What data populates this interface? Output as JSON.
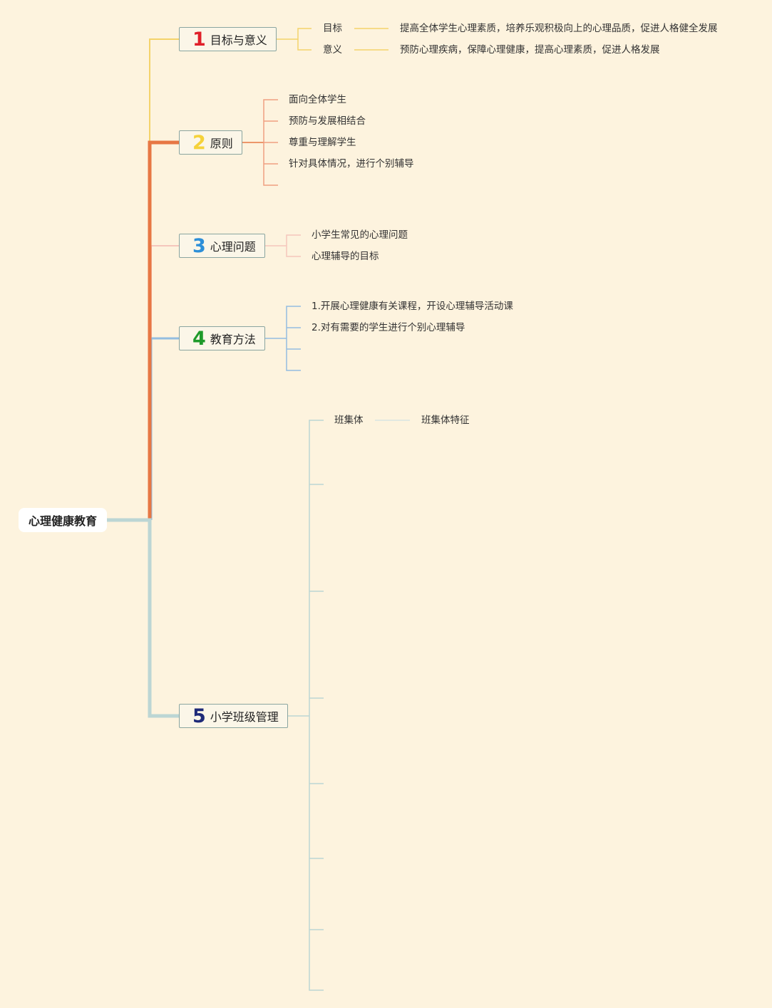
{
  "root": {
    "label": "心理健康教育"
  },
  "colors": {
    "branch1": "#f4d36a",
    "branch2": "#e77744",
    "branch3": "#f5c6bc",
    "branch4": "#93bde0",
    "branch5": "#bcd6d4",
    "num1": "#e0202a",
    "num2": "#f5d23a",
    "num3": "#2d8fd8",
    "num4": "#1e9a2a",
    "num5": "#1e2a78"
  },
  "topics": [
    {
      "number": "1",
      "label": "目标与意义",
      "children": [
        {
          "label": "目标",
          "detail": "提高全体学生心理素质，培养乐观积极向上的心理品质，促进人格健全发展"
        },
        {
          "label": "意义",
          "detail": "预防心理疾病，保障心理健康，提高心理素质，促进人格发展"
        }
      ]
    },
    {
      "number": "2",
      "label": "原则",
      "children": [
        {
          "label": "面向全体学生"
        },
        {
          "label": "预防与发展相结合"
        },
        {
          "label": "尊重与理解学生"
        },
        {
          "label": "针对具体情况，进行个别辅导"
        }
      ]
    },
    {
      "number": "3",
      "label": "心理问题",
      "children": [
        {
          "label": "小学生常见的心理问题"
        },
        {
          "label": "心理辅导的目标"
        }
      ]
    },
    {
      "number": "4",
      "label": "教育方法",
      "children": [
        {
          "label": "1.开展心理健康有关课程，开设心理辅导活动课"
        },
        {
          "label": "2.对有需要的学生进行个别心理辅导"
        }
      ]
    },
    {
      "number": "5",
      "label": "小学班级管理",
      "children": [
        {
          "label": "班集体",
          "detail": "班集体特征"
        }
      ]
    }
  ]
}
